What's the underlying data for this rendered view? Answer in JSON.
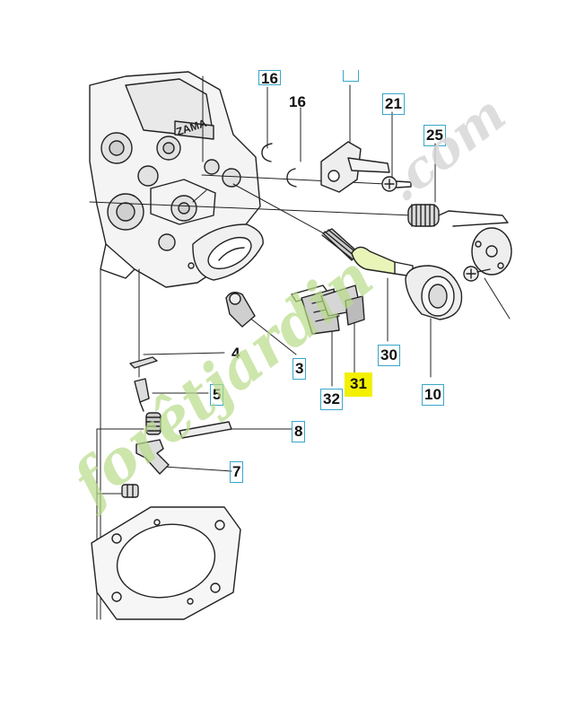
{
  "callouts": {
    "c16top": "16",
    "c16": "16",
    "c21": "21",
    "c25": "25",
    "c4": "4",
    "c3": "3",
    "c5": "5",
    "c8": "8",
    "c7": "7",
    "c30": "30",
    "c10": "10",
    "c32": "32",
    "c31": "31"
  },
  "labels": {
    "zama": "ZAMA"
  },
  "watermark": {
    "text1": "forêtjardin",
    "text2": ".com"
  },
  "colors": {
    "line": "#222222",
    "callout_border": "#3aa6c9",
    "highlight": "#f3f000",
    "watermark_green": "#b9dc8a",
    "watermark_orange": "#f2b14a",
    "watermark_gray": "#d8d8d8"
  }
}
